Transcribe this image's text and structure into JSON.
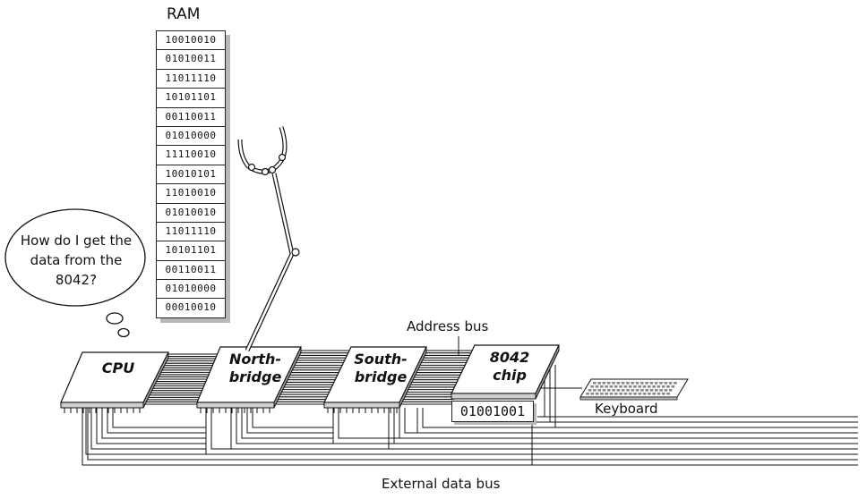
{
  "ram": {
    "title": "RAM",
    "rows": [
      "10010010",
      "01010011",
      "11011110",
      "10101101",
      "00110011",
      "01010000",
      "11110010",
      "10010101",
      "11010010",
      "01010010",
      "11011110",
      "10101101",
      "00110011",
      "01010000",
      "00010010"
    ]
  },
  "thought": {
    "text": "How do I get the data from the 8042?"
  },
  "chips": {
    "cpu": "CPU",
    "northbridge": "North-\nbridge",
    "southbridge": "South-\nbridge",
    "kbc": "8042\nchip"
  },
  "register": "01001001",
  "labels": {
    "address_bus": "Address bus",
    "keyboard": "Keyboard",
    "external_data_bus": "External data bus"
  }
}
